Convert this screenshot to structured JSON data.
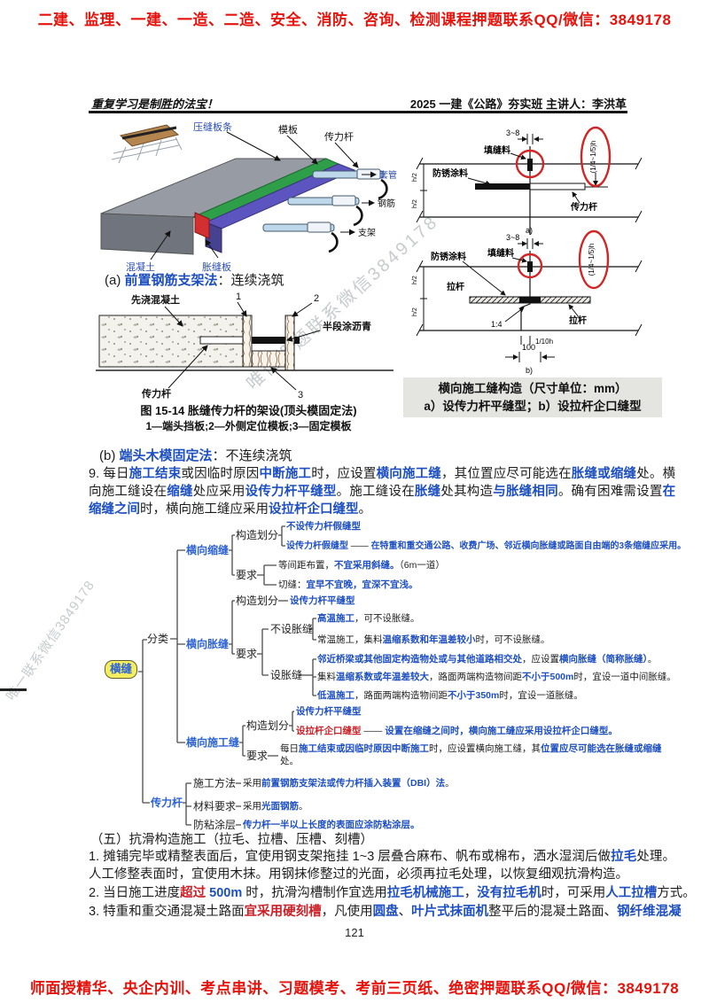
{
  "banner_top": "二建、监理、一建、一造、二造、安全、消防、咨询、检测课程押题联系QQ/微信：3849178",
  "banner_bottom": "师面授精华、央企内训、考点串讲、习题模考、考前三页纸、绝密押题联系QQ/微信：3849178",
  "header": {
    "left": "重复学习是制胜的法宝！",
    "right": "2025 一建《公路》夯实班 主讲人：李洪革"
  },
  "watermarks": {
    "left": "唯一联系微信3849178",
    "mid": "唯佳押题联系微信3849178"
  },
  "fig_a": {
    "labels": {
      "yafengbantiao": "压缝板条",
      "moban": "模板",
      "chuanligan": "传力杆",
      "taoguan": "套管",
      "gangjin": "钢筋",
      "zhijia": "支架",
      "hunningtu": "混凝土",
      "zhangfengban": "胀缝板"
    },
    "caption": [
      [
        "(a) ",
        "k"
      ],
      [
        "前置钢筋支架法",
        "b"
      ],
      [
        "：连续浇筑",
        "k"
      ]
    ]
  },
  "fig_joint": {
    "labels": {
      "tianfengliao": "填缝料",
      "fangxiutuliao": "防锈涂料",
      "chuanligan": "传力杆",
      "lagan": "拉杆",
      "dim38": "3~8",
      "dimh": "(1/4~1/5)h",
      "h2": "h/2",
      "ratio": "1:4",
      "tenth": "1/10h",
      "hundred": "100",
      "a_mark": "a)",
      "b_mark": "b)"
    },
    "caption1": "横向施工缝构造（尺寸单位：mm）",
    "caption2": "a）设传力杆平缝型；b）设拉杆企口缝型"
  },
  "fig_1514": {
    "labels": {
      "xianjiao": "先浇混凝土",
      "n1": "1",
      "n2": "2",
      "n3": "3",
      "banduan": "半段涂沥青",
      "chuanligan": "传力杆"
    },
    "caption1": "图 15-14  胀缝传力杆的架设(顶头模固定法)",
    "caption2": "1—端头挡板;2—外侧定位模板;3—固定模板"
  },
  "section_b_caption": [
    [
      "(b) ",
      "k"
    ],
    [
      "端头木模固定法",
      "b"
    ],
    [
      "：不连续浇筑",
      "k"
    ]
  ],
  "para9": [
    [
      "9. 每日",
      "k"
    ],
    [
      "施工结束",
      "b"
    ],
    [
      "或因临时原因",
      "k"
    ],
    [
      "中断施工",
      "b"
    ],
    [
      "时，应设置",
      "k"
    ],
    [
      "横向施工缝",
      "b"
    ],
    [
      "，其位置应尽可能选在",
      "k"
    ],
    [
      "胀缝或缩缝",
      "b"
    ],
    [
      "处。横向施工缝设在",
      "k"
    ],
    [
      "缩缝",
      "b"
    ],
    [
      "处应采用",
      "k"
    ],
    [
      "设传力杆平缝型",
      "b"
    ],
    [
      "。施工缝设在",
      "k"
    ],
    [
      "胀缝",
      "b"
    ],
    [
      "处其构造",
      "k"
    ],
    [
      "与胀缝相同",
      "b"
    ],
    [
      "。确有困难需设置",
      "k"
    ],
    [
      "在缩缝之间",
      "b"
    ],
    [
      "时，横向施工缝应采用",
      "k"
    ],
    [
      "设拉杆企口缝型",
      "b"
    ],
    [
      "。",
      "k"
    ]
  ],
  "mindmap": {
    "root": "横缝",
    "fenlei": "分类",
    "chuanligan_branch": "传力杆",
    "b1": "横向缩缝",
    "b2": "横向胀缝",
    "b3": "横向施工缝",
    "gouzaohuafen": "构造划分",
    "yaoqiu": "要求",
    "bushe_zhangfeng": "不设胀缝",
    "she_zhangfeng": "设胀缝",
    "shigongfangfa": "施工方法",
    "cailiaoyaoqiu": "材料要求",
    "fangzhantuceng": "防粘涂层",
    "A1L1": [
      [
        "不设传力杆假缝型",
        "b"
      ]
    ],
    "A1L2": [
      [
        "设传力杆假缝型",
        "b"
      ],
      [
        " —— ",
        "k"
      ],
      [
        "在特重和重交通公路、收费广场、邻近横向胀缝或路面自由端的3条缩缝应采用。",
        "b"
      ]
    ],
    "A2L1": [
      [
        "等间距布置，",
        "k"
      ],
      [
        "不宜采用斜缝。",
        "b"
      ],
      [
        "（6m一道）",
        "k"
      ]
    ],
    "A2L2": [
      [
        "切缝：",
        "k"
      ],
      [
        "宜早不宜晚，宜深不宜浅。",
        "b"
      ]
    ],
    "B1L1": [
      [
        "设传力杆平缝型",
        "b"
      ]
    ],
    "B2aL1": [
      [
        "高温施工",
        "b"
      ],
      [
        "，可不设胀缝。",
        "k"
      ]
    ],
    "B2aL2": [
      [
        "常温施工，集料",
        "k"
      ],
      [
        "温缩系数和年温差较小",
        "b"
      ],
      [
        "时，可不设胀缝。",
        "k"
      ]
    ],
    "B2bL1": [
      [
        "邻近桥梁或其他固定构造物处或与其他道路相交处",
        "b"
      ],
      [
        "，应设置",
        "k"
      ],
      [
        "横向胀缝（简称胀缝）",
        "b"
      ],
      [
        "。",
        "k"
      ]
    ],
    "B2bL2": [
      [
        "集料",
        "k"
      ],
      [
        "温缩系数或年温差较大",
        "b"
      ],
      [
        "，路面两端构造物间距",
        "k"
      ],
      [
        "不小于500m",
        "b"
      ],
      [
        "时，宜设一道中间胀缝。",
        "k"
      ]
    ],
    "B2bL3": [
      [
        "低温施工",
        "b"
      ],
      [
        "，路面两端构造物间距",
        "k"
      ],
      [
        "不小于350m",
        "b"
      ],
      [
        "时，宜设一道胀缝。",
        "k"
      ]
    ],
    "C1L1": [
      [
        "设传力杆平缝型",
        "b"
      ]
    ],
    "C1L2": [
      [
        "设拉杆企口缝型",
        "r"
      ],
      [
        " —— ",
        "k"
      ],
      [
        "设置在缩缝之间时，横向施工缝应采用设拉杆企口缝型。",
        "b"
      ]
    ],
    "C2L1": [
      [
        "每日",
        "k"
      ],
      [
        "施工结束或因临时原因中断施工",
        "b"
      ],
      [
        "时，应设置横向施工缝，其",
        "k"
      ],
      [
        "位置应尽可能选在胀缝或缩缝",
        "b"
      ],
      [
        "处。",
        "k"
      ]
    ],
    "D1L1": [
      [
        "采用",
        "k"
      ],
      [
        "前置钢筋支架法或传力杆插入装置（DBI）法",
        "b"
      ],
      [
        "。",
        "k"
      ]
    ],
    "D2L1": [
      [
        "采用",
        "k"
      ],
      [
        "光面钢筋",
        "b"
      ],
      [
        "。",
        "k"
      ]
    ],
    "D3L1": [
      [
        "传力杆一半以上长度的表面应涂防粘涂层。",
        "b"
      ]
    ]
  },
  "section5": {
    "heading": "（五）抗滑构造施工（拉毛、拉槽、压槽、刻槽）",
    "item1": [
      [
        "1. 摊铺完毕或精整表面后，宜使用钢支架拖挂 1~3 层叠合麻布、帆布或棉布，洒水湿润后做",
        "k"
      ],
      [
        "拉毛",
        "b"
      ],
      [
        "处理。人工修整表面时，宜使用木抹。用钢抹修整过的光面，必须再拉毛处理，以恢复细观抗滑构造。",
        "k"
      ]
    ],
    "item2": [
      [
        "2. 当日施工进度",
        "k"
      ],
      [
        "超过",
        "r"
      ],
      [
        " 500m ",
        "b"
      ],
      [
        "时，抗滑沟槽制作宜选用",
        "k"
      ],
      [
        "拉毛机械施工",
        "b"
      ],
      [
        "，",
        "k"
      ],
      [
        "没有拉毛机",
        "b"
      ],
      [
        "时，可采用",
        "k"
      ],
      [
        "人工拉槽",
        "b"
      ],
      [
        "方式。",
        "k"
      ]
    ],
    "item3": [
      [
        "3. 特重和重交通混凝土路面",
        "k"
      ],
      [
        "宜采用硬刻槽",
        "r"
      ],
      [
        "，凡使用",
        "k"
      ],
      [
        "圆盘",
        "b"
      ],
      [
        "、",
        "k"
      ],
      [
        "叶片式抹面机",
        "b"
      ],
      [
        "整平后的混凝土路面、",
        "k"
      ],
      [
        "钢纤维混凝",
        "b"
      ]
    ]
  },
  "page_number": "121"
}
